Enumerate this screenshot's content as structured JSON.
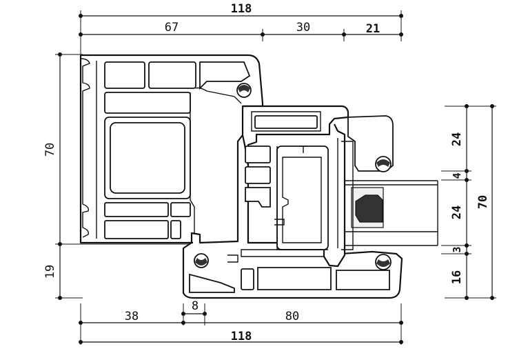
{
  "dimensions": {
    "top_total": "118",
    "top_segments": [
      "67",
      "30",
      "21"
    ],
    "bottom_total": "118",
    "bottom_segments": [
      "38",
      "8",
      "80"
    ],
    "left_upper": "70",
    "left_lower": "19",
    "right_total": "70",
    "right_segments": [
      "24",
      "4",
      "24",
      "3",
      "16"
    ]
  },
  "colors": {
    "line": "#111111",
    "background": "#ffffff",
    "gasket": "#333333"
  }
}
